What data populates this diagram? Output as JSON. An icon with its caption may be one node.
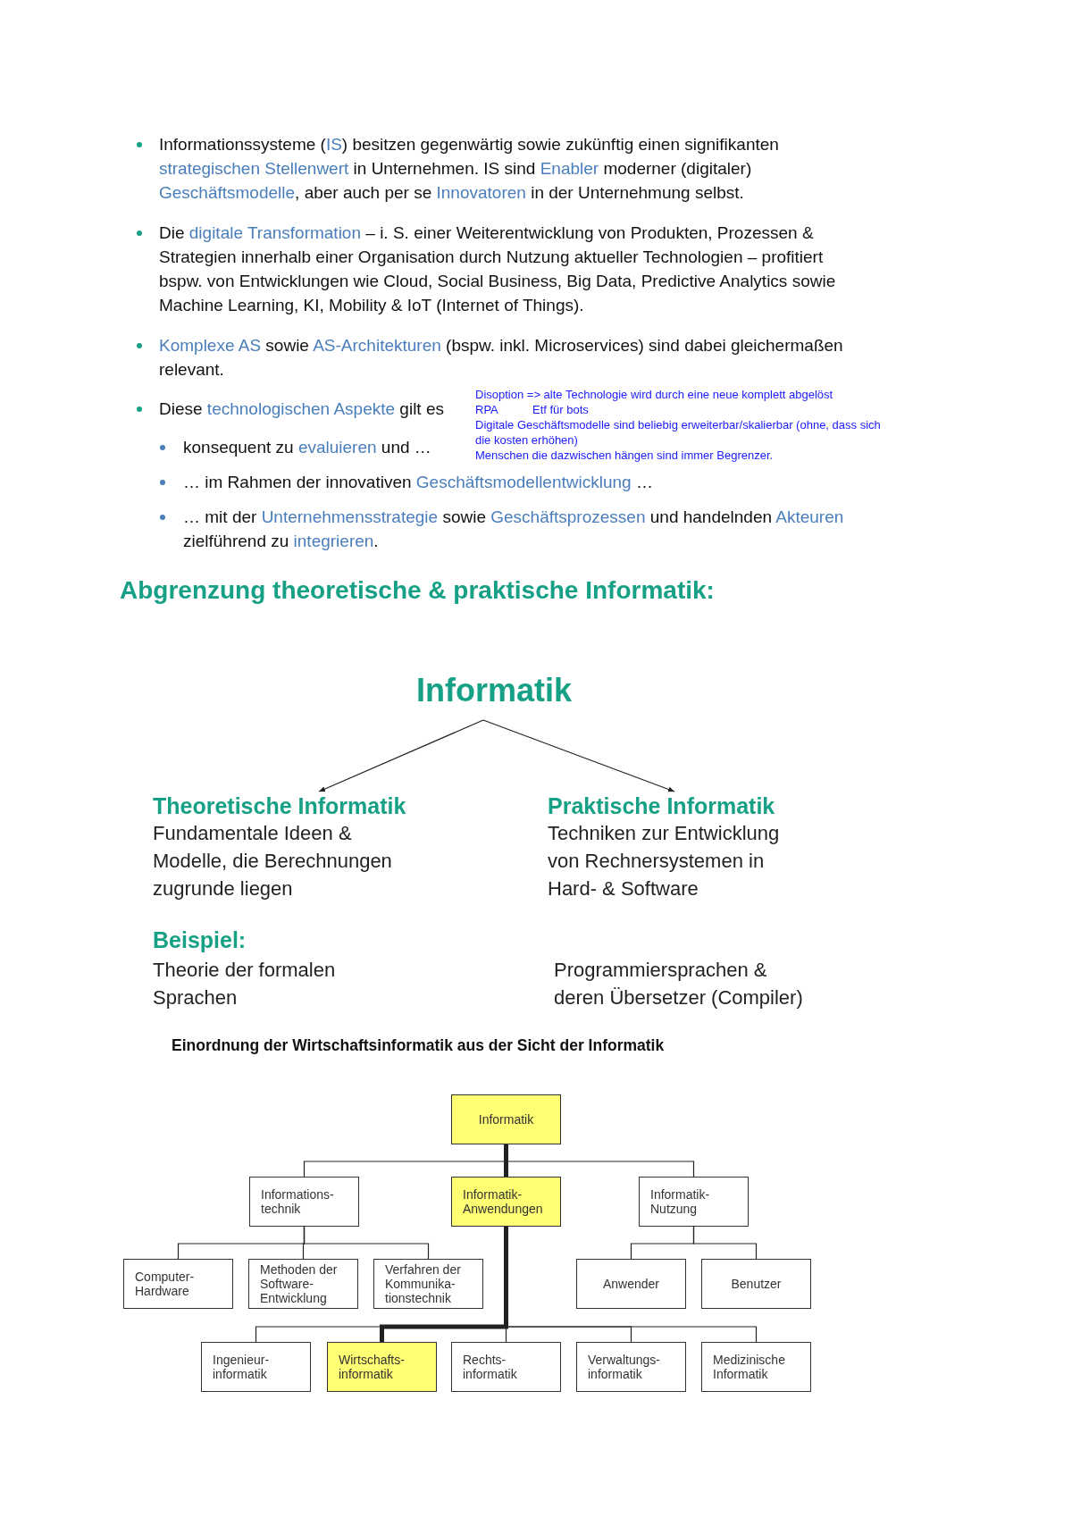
{
  "diagram": {
    "nodes": [
      {
        "text": [
          "Informatik"
        ]
      },
      {
        "text": [
          "Theoretische Informatik",
          "Fundamentale Ideen & Modelle, die Berechnungen zugrunde liegen"
        ]
      },
      {
        "text": [
          "Praktische Informatik",
          "Techniken zur Entwicklung von Rechnersystemen in Hard- & Software"
        ]
      },
      {
        "text": [
          "Informatik"
        ]
      },
      {
        "text": [
          "Informations- technik"
        ]
      },
      {
        "text": [
          "Informatik- Anwendungen"
        ]
      },
      {
        "text": [
          "Informatik- Nutzung"
        ]
      },
      {
        "text": [
          "Computer- Hardware"
        ]
      },
      {
        "text": [
          "Methoden der Software- Entwicklung"
        ]
      },
      {
        "text": [
          "Verfahren der Kommunika- tionstechnik"
        ]
      },
      {
        "text": [
          "Anwender"
        ]
      },
      {
        "text": [
          "Benutzer"
        ]
      },
      {
        "text": [
          "Ingenieur- informatik"
        ]
      },
      {
        "text": [
          "Wirtschafts- informatik"
        ]
      },
      {
        "text": [
          "Rechts- informatik"
        ]
      },
      {
        "text": [
          "Verwaltungs- informatik"
        ]
      },
      {
        "text": [
          "Medizinische Informatik"
        ]
      }
    ],
    "edges": [
      {
        "from": 0,
        "to": 1,
        "arrow": "to"
      },
      {
        "from": 0,
        "to": 2,
        "arrow": "to"
      },
      {
        "from": 3,
        "to": 4,
        "arrow": "none"
      },
      {
        "from": 3,
        "to": 5,
        "arrow": "none",
        "style": "thick"
      },
      {
        "from": 3,
        "to": 6,
        "arrow": "none"
      },
      {
        "from": 4,
        "to": 7,
        "arrow": "none"
      },
      {
        "from": 4,
        "to": 8,
        "arrow": "none"
      },
      {
        "from": 4,
        "to": 9,
        "arrow": "none"
      },
      {
        "from": 6,
        "to": 10,
        "arrow": "none"
      },
      {
        "from": 6,
        "to": 11,
        "arrow": "none"
      },
      {
        "from": 5,
        "to": 12,
        "arrow": "none"
      },
      {
        "from": 5,
        "to": 13,
        "arrow": "none",
        "style": "thick"
      },
      {
        "from": 5,
        "to": 14,
        "arrow": "none"
      },
      {
        "from": 5,
        "to": 15,
        "arrow": "none"
      },
      {
        "from": 5,
        "to": 16,
        "arrow": "none"
      }
    ],
    "labels": [
      "Informationssysteme (*IS*) besitzen gegenwärtig sowie zukünftig einen signifikanten *strategischen Stellenwert* in Unternehmen. IS sind *Enabler* moderner (digitaler) *Geschäftsmodelle*, aber auch per se *Innovatoren* in der Unternehmung selbst.",
      "Die *digitale Transformation* – i. S. einer Weiterentwicklung von Produkten, Prozessen & Strategien innerhalb einer Organisation durch Nutzung aktueller Technologien – profitiert bspw. von Entwicklungen wie Cloud, Social Business, Big Data, Predictive Analytics sowie Machine Learning, KI, Mobility & IoT (Internet of Things).",
      "*Komplexe AS* sowie *AS-Architekturen* (bspw. inkl. Microservices) sind dabei gleichermaßen relevant.",
      "Diese *technologischen Aspekte* gilt es",
      "Disoption => alte Technologie wird durch eine neue komplett abgelöst",
      "RPA",
      "Etf für bots",
      "Digitale Geschäftsmodelle sind beliebig erweiterbar/skalierbar (ohne, dass sich die kosten erhöhen)",
      "Menschen die dazwischen hängen sind immer Begrenzer.",
      "konsequent zu *evaluieren* und …",
      "… im Rahmen der innovativen *Geschäftsmodellentwicklung* …",
      "… mit der *Unternehmensstrategie* sowie *Geschäftsprozessen* und handelnden *Akteuren* zielführend zu *integrieren*.",
      "Abgrenzung theoretische & praktische Informatik:",
      "Beispiel:",
      "Theorie der formalen Sprachen",
      "Programmiersprachen & deren Übersetzer (Compiler)",
      "Einordnung der Wirtschaftsinformatik aus der Sicht der Informatik"
    ]
  }
}
